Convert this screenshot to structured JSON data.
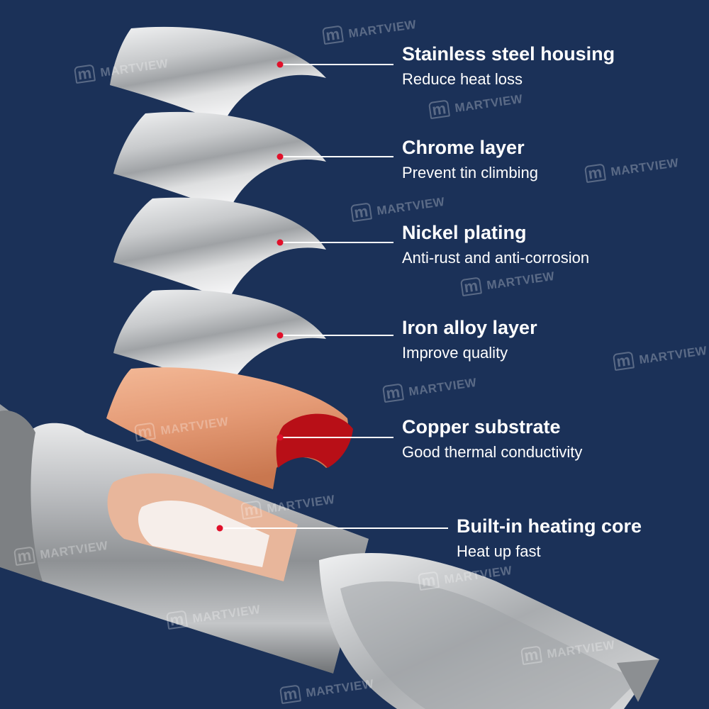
{
  "layers": [
    {
      "title": "Stainless steel housing",
      "desc": "Reduce heat loss"
    },
    {
      "title": "Chrome layer",
      "desc": "Prevent tin climbing"
    },
    {
      "title": "Nickel plating",
      "desc": "Anti-rust and anti-corrosion"
    },
    {
      "title": "Iron alloy layer",
      "desc": "Improve quality"
    },
    {
      "title": "Copper substrate",
      "desc": "Good thermal conductivity"
    },
    {
      "title": "Built-in heating core",
      "desc": "Heat up fast"
    }
  ],
  "watermark": "MARTVIEW",
  "colors": {
    "background": "#1b3158",
    "pointer_dot": "#e0102a",
    "copper": "#e49a75",
    "copper_core": "#b80f17",
    "metal": "#c9cbcd"
  }
}
